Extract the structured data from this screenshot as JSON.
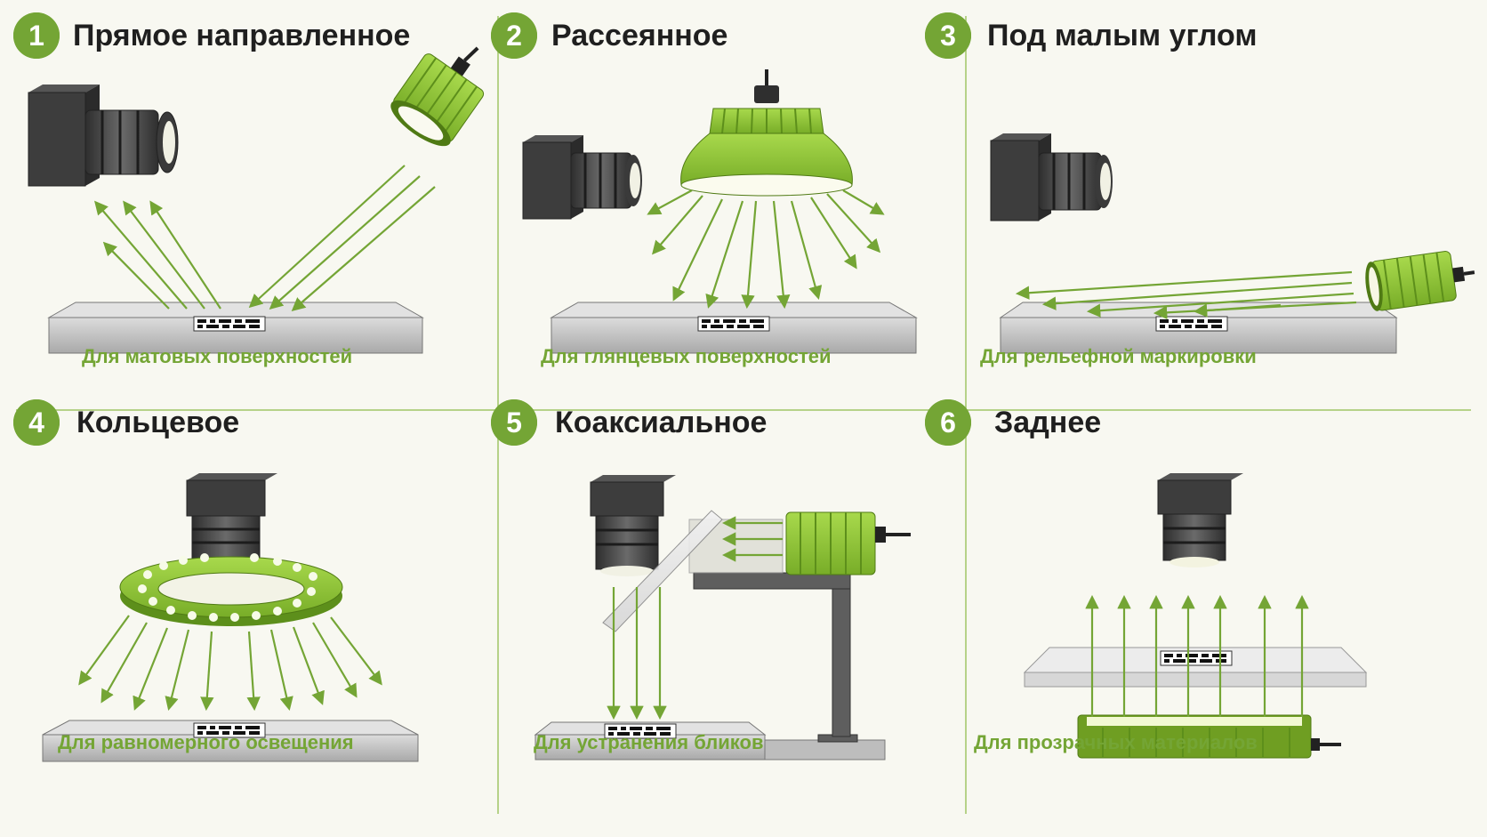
{
  "colors": {
    "accent": "#8fc43a",
    "accent_dark": "#4f7a14",
    "caption": "#74a535",
    "title": "#1f1f1f",
    "camera_body": "#3c3c3c",
    "surface": "#bdbdbd",
    "divider": "#9fc567"
  },
  "panels": [
    {
      "number": "1",
      "title": "Прямое направленное",
      "caption": "Для матовых поверхностей"
    },
    {
      "number": "2",
      "title": "Рассеянное",
      "caption": "Для глянцевых поверхностей"
    },
    {
      "number": "3",
      "title": "Под малым углом",
      "caption": "Для рельефной маркировки"
    },
    {
      "number": "4",
      "title": "Кольцевое",
      "caption": "Для равномерного освещения"
    },
    {
      "number": "5",
      "title": "Коаксиальное",
      "caption": "Для устранения бликов"
    },
    {
      "number": "6",
      "title": "Заднее",
      "caption": "Для прозрачных материалов"
    }
  ]
}
